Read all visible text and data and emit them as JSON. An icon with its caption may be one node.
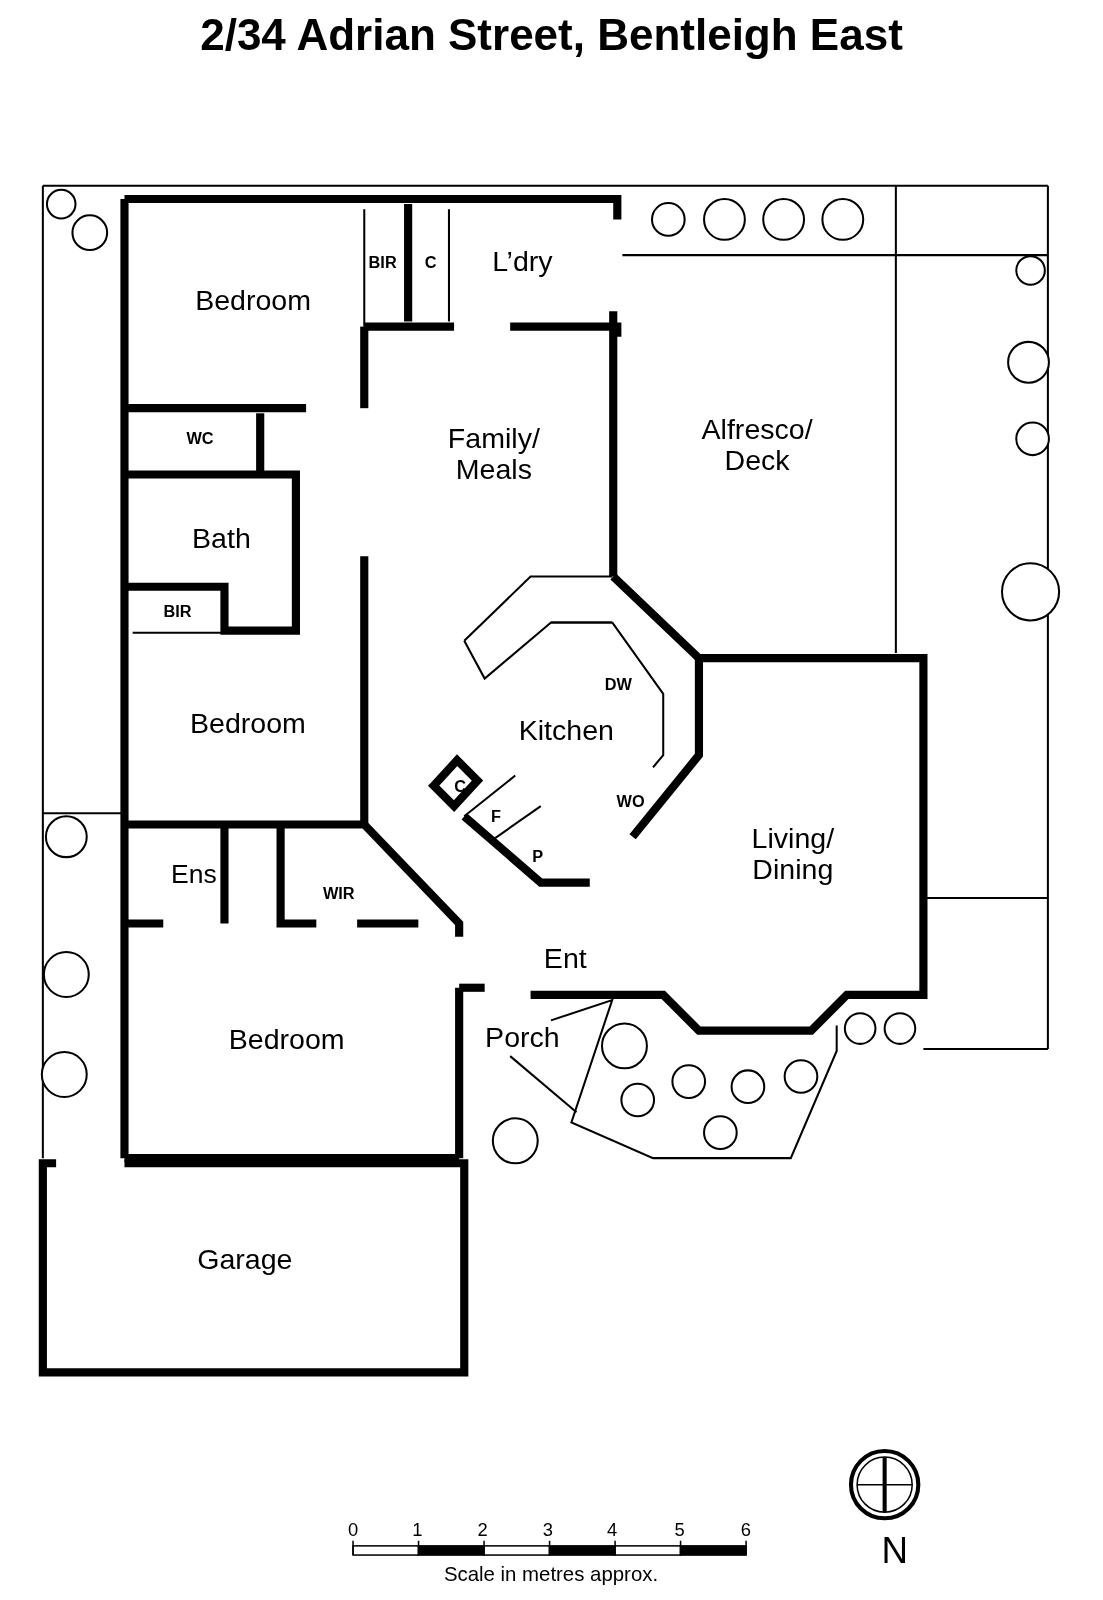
{
  "diagram": {
    "title": "2/34 Adrian Street, Bentleigh East",
    "labels": [
      "Bedroom",
      "BIR",
      "C",
      "L’dry",
      "WC",
      "Family/ Meals",
      "Alfresco/ Deck",
      "Bath",
      "BIR",
      "DW",
      "Bedroom",
      "Kitchen",
      "C",
      "WO",
      "F",
      "Living/ Dining",
      "P",
      "Ens",
      "WIR",
      "Ent",
      "Bedroom",
      "Porch",
      "Garage",
      "0",
      "1",
      "2",
      "3",
      "4",
      "5",
      "6",
      "N",
      "Scale in metres approx."
    ]
  }
}
